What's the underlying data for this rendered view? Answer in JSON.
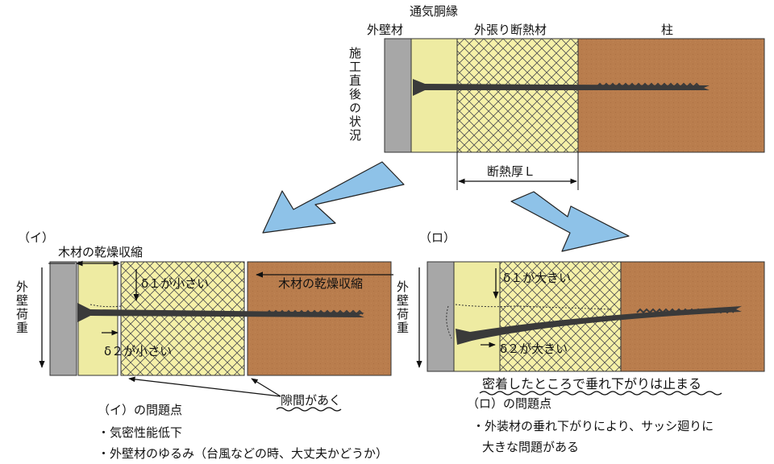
{
  "top": {
    "labels": {
      "cavity": "通気胴縁",
      "cladding": "外壁材",
      "insulation": "外張り断熱材",
      "column": "柱",
      "state_vertical": "施工直後の状況",
      "thickness": "断熱厚Ｌ"
    }
  },
  "case_i": {
    "tag": "（イ）",
    "shrink_left": "木材の乾燥収縮",
    "shrink_right": "木材の乾燥収縮",
    "load_vertical": "外壁荷重",
    "delta1": "δ１が小さい",
    "delta2": "δ２が小さい",
    "gap": "隙間があく",
    "problem_title": "（イ）の問題点",
    "bullets": [
      "・気密性能低下",
      "・外壁材のゆるみ（台風などの時、大丈夫かどうか）"
    ]
  },
  "case_ro": {
    "tag": "（ロ）",
    "load_vertical": "外壁荷重",
    "delta1": "δ１が大きい",
    "delta2": "δ２が大きい",
    "stop": "密着したところで垂れ下がりは止まる",
    "problem_title": "（ロ）の問題点",
    "bullets": [
      "・外装材の垂れ下がりにより、サッシ廻りに",
      "大きな問題がある"
    ]
  },
  "colors": {
    "cladding": "#a7a7a7",
    "furring": "#eeeba2",
    "insulation": "#f6f1a8",
    "column": "#b97d4d",
    "screw": "#3a3a3a",
    "arrow_fill": "#8ec2e8"
  }
}
